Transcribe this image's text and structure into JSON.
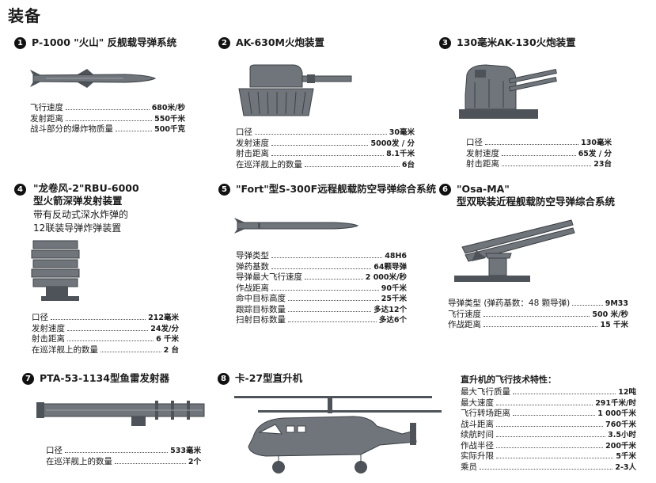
{
  "page_title": "装备",
  "sections": [
    {
      "num": "1",
      "title": "P-1000 \"火山\" 反舰载导弹系统",
      "specs": [
        {
          "label": "飞行速度",
          "value": "680米/秒"
        },
        {
          "label": "发射距离",
          "value": "550千米"
        },
        {
          "label": "战斗部分的爆炸物质量",
          "value": "500千克"
        }
      ]
    },
    {
      "num": "2",
      "title": "AK-630M火炮装置",
      "specs": [
        {
          "label": "口径",
          "value": "30毫米"
        },
        {
          "label": "发射速度",
          "value": "5000发 / 分"
        },
        {
          "label": "射击距离",
          "value": "8.1千米"
        },
        {
          "label": "在巡洋舰上的数量",
          "value": "6台"
        }
      ]
    },
    {
      "num": "3",
      "title": "130毫米AK-130火炮装置",
      "specs": [
        {
          "label": "口径",
          "value": "130毫米"
        },
        {
          "label": "发射速度",
          "value": "65发 / 分"
        },
        {
          "label": "射击距离",
          "value": "23台"
        }
      ]
    },
    {
      "num": "4",
      "title_lines": [
        "\"龙卷风-2\"RBU-6000",
        "型火箭深弹发射装置"
      ],
      "subtitle_lines": [
        "带有反动式深水炸弹的",
        "12联装导弹炸弹装置"
      ],
      "specs": [
        {
          "label": "口径",
          "value": "212毫米"
        },
        {
          "label": "发射速度",
          "value": "24发/分"
        },
        {
          "label": "射击距离",
          "value": "6 千米"
        },
        {
          "label": "在巡洋舰上的数量",
          "value": "2 台"
        }
      ]
    },
    {
      "num": "5",
      "title": "\"Fort\"型S-300F远程舰载防空导弹综合系统",
      "specs": [
        {
          "label": "导弹类型",
          "value": "48H6"
        },
        {
          "label": "弹药基数",
          "value": "64颗导弹"
        },
        {
          "label": "导弹最大飞行速度",
          "value": "2 000米/秒"
        },
        {
          "label": "作战距离",
          "value": "90千米"
        },
        {
          "label": "命中目标高度",
          "value": "25千米"
        },
        {
          "label": "跟踪目标数量",
          "value": "多达12个"
        },
        {
          "label": "扫射目标数量",
          "value": "多达6个"
        }
      ]
    },
    {
      "num": "6",
      "title_lines": [
        "\"Osa-MA\"",
        "型双联装近程舰载防空导弹综合系统"
      ],
      "specs": [
        {
          "label": "导弹类型 (弹药基数：48 颗导弹)",
          "value": "9M33"
        },
        {
          "label": "飞行速度",
          "value": "500 米/秒"
        },
        {
          "label": "作战距离",
          "value": "15 千米"
        }
      ]
    },
    {
      "num": "7",
      "title": "PTA-53-1134型鱼雷发射器",
      "specs": [
        {
          "label": "口径",
          "value": "533毫米"
        },
        {
          "label": "在巡洋舰上的数量",
          "value": "2个"
        }
      ]
    },
    {
      "num": "8",
      "title": "卡-27型直升机",
      "specs": []
    }
  ],
  "heli_specs": {
    "title": "直升机的飞行技术特性：",
    "specs": [
      {
        "label": "最大飞行质量",
        "value": "12吨"
      },
      {
        "label": "最大速度",
        "value": "291千米/时"
      },
      {
        "label": "飞行转场距离",
        "value": "1 000千米"
      },
      {
        "label": "战斗距离",
        "value": "760千米"
      },
      {
        "label": "续航时间",
        "value": "3.5小时"
      },
      {
        "label": "作战半径",
        "value": "200千米"
      },
      {
        "label": "实际升限",
        "value": "5千米"
      },
      {
        "label": "乘员",
        "value": "2-3人"
      }
    ]
  }
}
